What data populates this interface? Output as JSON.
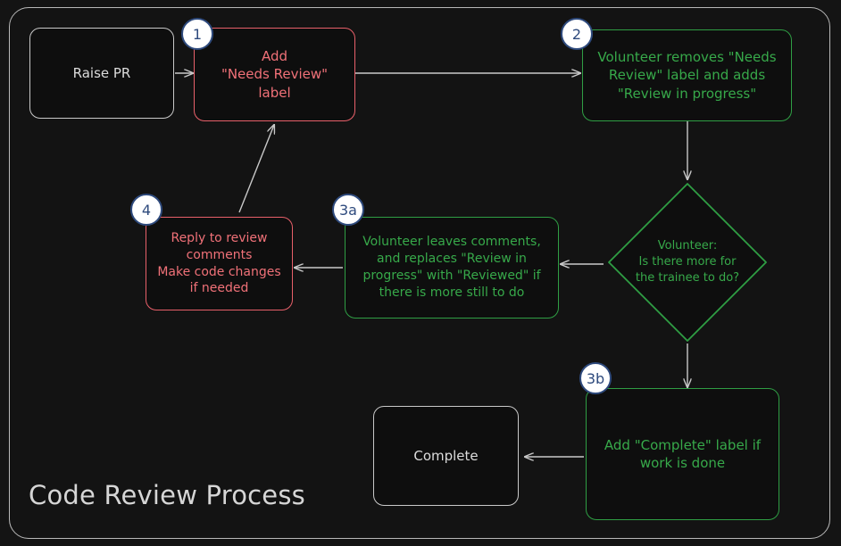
{
  "diagram": {
    "title": "Code Review Process",
    "colors": {
      "background": "#141414",
      "frame_border": "#b9b9b9",
      "plain_node": "#c9c9c9",
      "red_node": "#e8606a",
      "red_text": "#f07178",
      "green_node": "#2f9e44",
      "green_text": "#37a94a",
      "badge_fill": "#ffffff",
      "badge_border": "#2e4a7d",
      "edge": "#c9c9c9"
    },
    "nodes": [
      {
        "id": "raise-pr",
        "label": "Raise PR",
        "style": "plain",
        "badge": null
      },
      {
        "id": "add-needs-review",
        "label": "Add\n\"Needs Review\"\nlabel",
        "style": "red",
        "badge": "1"
      },
      {
        "id": "volunteer-removes",
        "label": "Volunteer removes \"Needs\nReview\" label and adds\n\"Review in progress\"",
        "style": "green",
        "badge": "2"
      },
      {
        "id": "decision",
        "label": "Volunteer:\nIs there more for\nthe trainee to do?",
        "style": "green-diamond",
        "badge": null
      },
      {
        "id": "volunteer-leaves",
        "label": "Volunteer leaves comments,\nand replaces \"Review in\nprogress\" with \"Reviewed\" if\nthere is more still to do",
        "style": "green",
        "badge": "3a"
      },
      {
        "id": "reply-to-review",
        "label": "Reply to review\ncomments\nMake code changes\nif needed",
        "style": "red",
        "badge": "4"
      },
      {
        "id": "add-complete",
        "label": "Add \"Complete\" label if\nwork is done",
        "style": "green",
        "badge": "3b"
      },
      {
        "id": "complete",
        "label": "Complete",
        "style": "plain",
        "badge": null
      }
    ],
    "badges": {
      "step1": "1",
      "step2": "2",
      "step3a": "3a",
      "step3b": "3b",
      "step4": "4"
    },
    "edges": [
      {
        "from": "raise-pr",
        "to": "add-needs-review",
        "arrow": "right"
      },
      {
        "from": "add-needs-review",
        "to": "volunteer-removes",
        "arrow": "right"
      },
      {
        "from": "volunteer-removes",
        "to": "decision",
        "arrow": "down"
      },
      {
        "from": "decision",
        "to": "volunteer-leaves",
        "arrow": "left"
      },
      {
        "from": "decision",
        "to": "add-complete",
        "arrow": "down"
      },
      {
        "from": "volunteer-leaves",
        "to": "reply-to-review",
        "arrow": "left"
      },
      {
        "from": "reply-to-review",
        "to": "add-needs-review",
        "arrow": "diagonal-up-right"
      },
      {
        "from": "add-complete",
        "to": "complete",
        "arrow": "left"
      }
    ]
  }
}
